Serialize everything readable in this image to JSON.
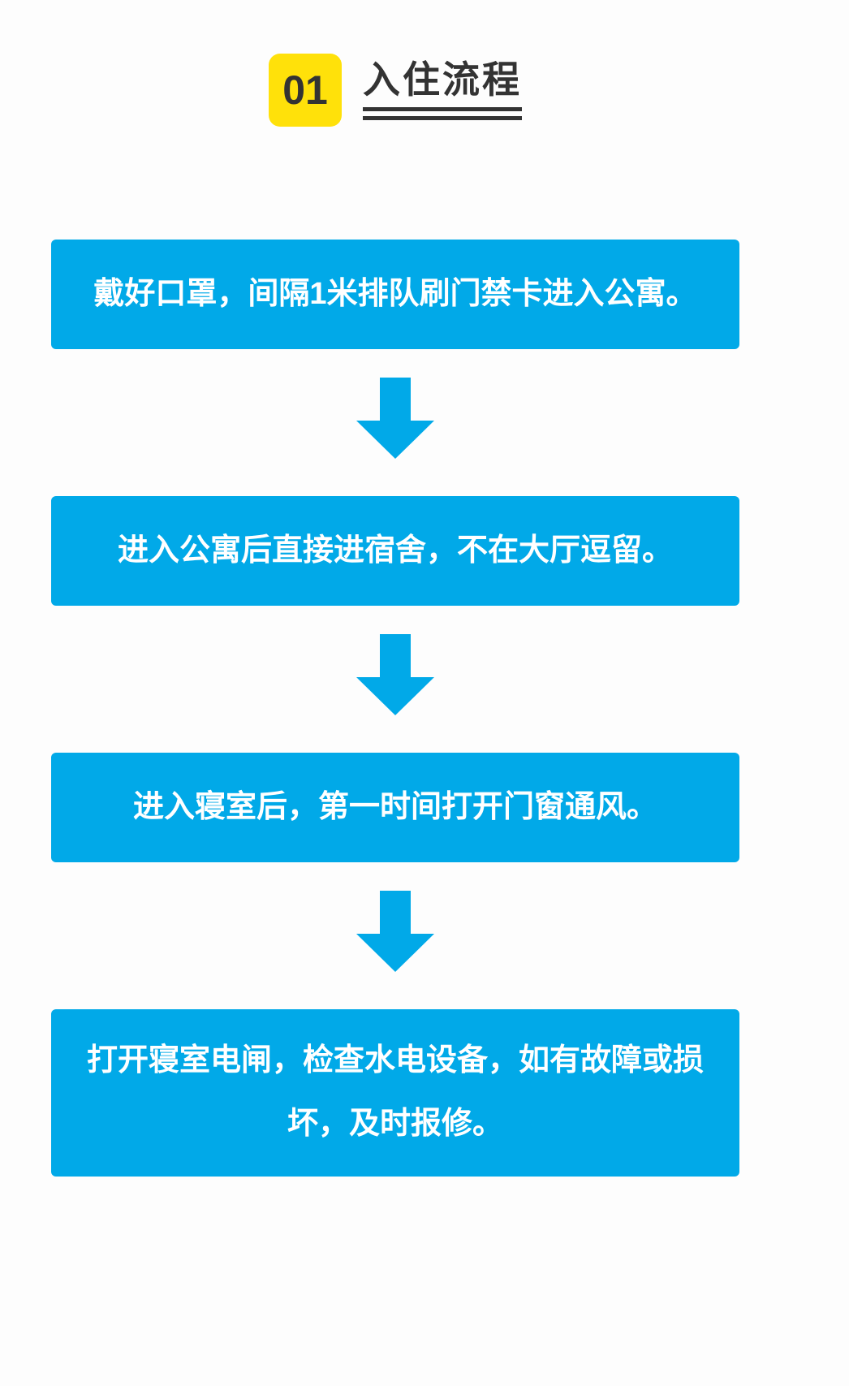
{
  "header": {
    "number": "01",
    "title": "入住流程"
  },
  "steps": [
    {
      "text": "戴好口罩，间隔1米排队刷门禁卡进入公寓。"
    },
    {
      "text": "进入公寓后直接进宿舍，不在大厅逗留。"
    },
    {
      "text": "进入寝室后，第一时间打开门窗通风。"
    },
    {
      "text": "打开寝室电闸，检查水电设备，如有故障或损坏，及时报修。"
    }
  ],
  "icons": {
    "flow_connector": "arrow-down-icon"
  },
  "colors": {
    "accent-blue": "#01a9e8",
    "badge-yellow": "#ffe10a",
    "title-dark": "#333333",
    "box-text": "#ffffff"
  }
}
